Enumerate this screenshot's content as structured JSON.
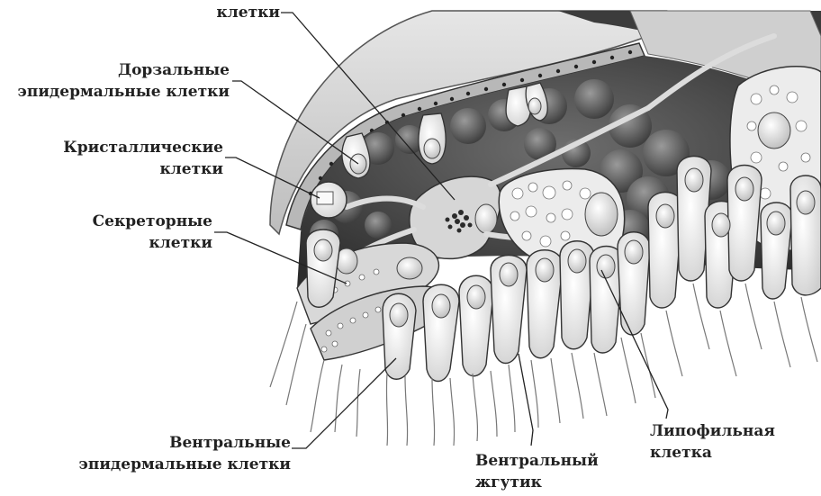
{
  "labels": {
    "top_cells": "клетки",
    "dorsal_line1": "Дорзальные",
    "dorsal_line2": "эпидермальные клетки",
    "crystal_line1": "Кристаллические",
    "crystal_line2": "клетки",
    "secretory_line1": "Секреторные",
    "secretory_line2": "клетки",
    "ventral_epi_line1": "Вентральные",
    "ventral_epi_line2": "эпидермальные клетки",
    "ventral_flag_line1": "Вентральный",
    "ventral_flag_line2": "жгутик",
    "lipophil_line1": "Липофильная",
    "lipophil_line2": "клетка"
  },
  "colors": {
    "ink": "#222222",
    "dark_fill": "#4a4a4a",
    "mid_fill": "#8c8c8c",
    "light_fill": "#d8d8d8",
    "cell_fill": "#efefef"
  }
}
